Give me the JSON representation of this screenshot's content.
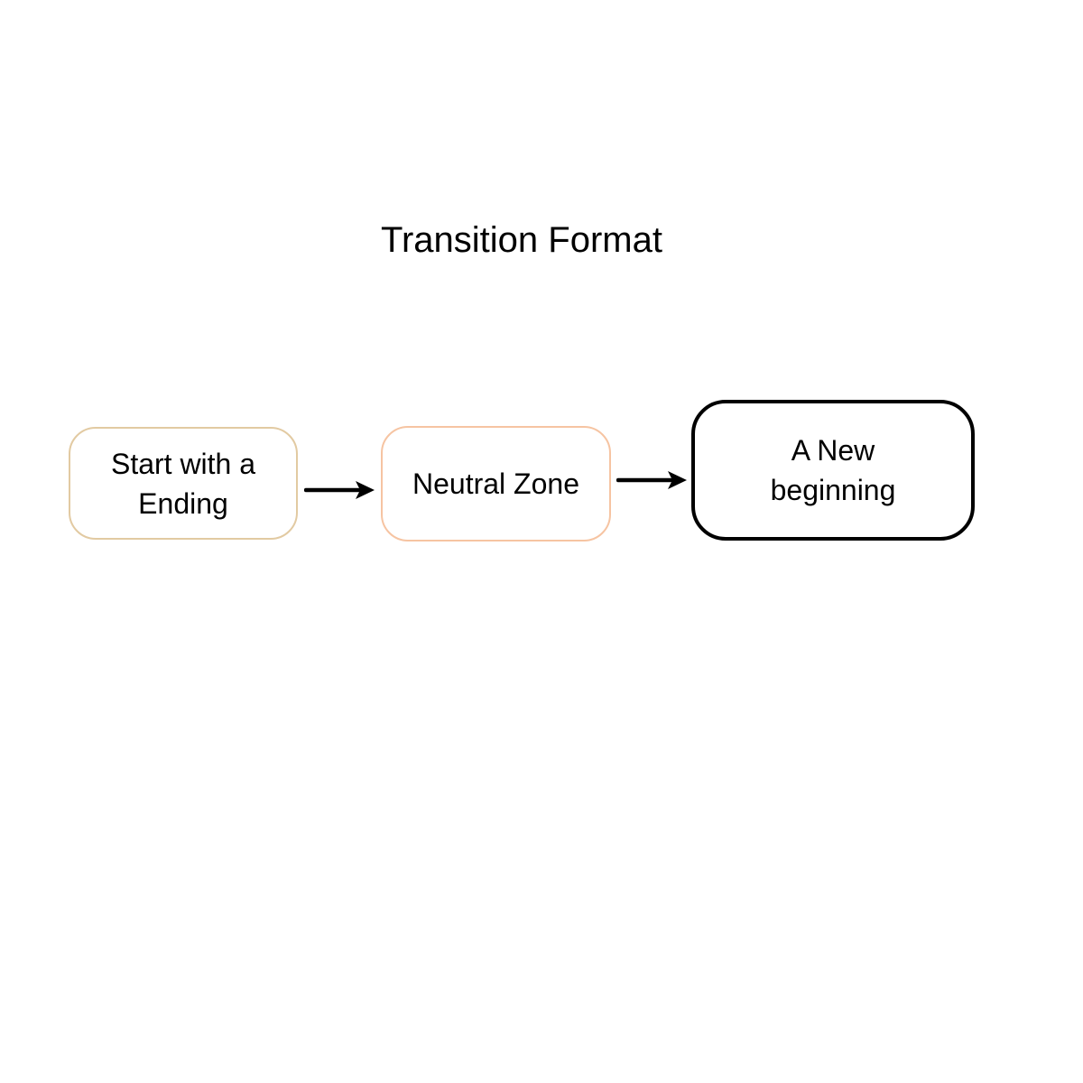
{
  "diagram": {
    "title": "Transition Format",
    "background": "#ffffff",
    "text_color": "#000000",
    "nodes": [
      {
        "id": "start-with-an-ending",
        "label": "Start with a\nEnding",
        "border_color": "#e2caa2",
        "fill_color": "#ffffff"
      },
      {
        "id": "neutral-zone",
        "label": "Neutral Zone",
        "border_color": "#f6c4a2",
        "fill_color": "#ffffff"
      },
      {
        "id": "a-new-beginning",
        "label": "A New\nbeginning",
        "border_color": "#000000",
        "fill_color": "#ffffff"
      }
    ],
    "arrows": [
      {
        "from": "start-with-an-ending",
        "to": "neutral-zone",
        "color": "#000000"
      },
      {
        "from": "neutral-zone",
        "to": "a-new-beginning",
        "color": "#000000"
      }
    ]
  }
}
